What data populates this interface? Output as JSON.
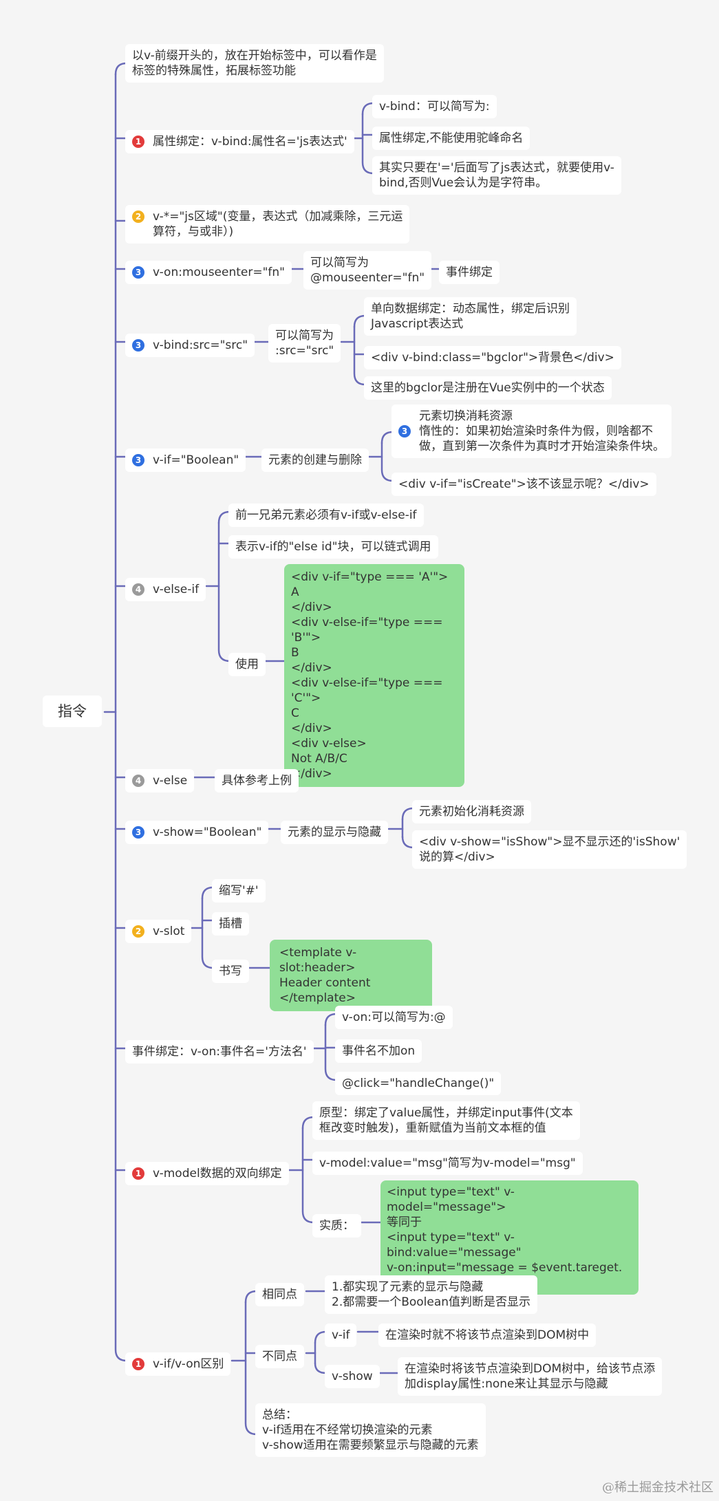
{
  "root": "指令",
  "nodes": {
    "intro": "以v-前缀开头的，放在开始标签中，可以看作是\n标签的特殊属性，拓展标签功能",
    "vbind": {
      "label": "属性绑定：v-bind:属性名='js表达式'",
      "children": [
        "v-bind：可以简写为:",
        "属性绑定,不能使用驼峰命名",
        "其实只要在'='后面写了js表达式，就要使用v-\nbind,否则Vue会认为是字符串。"
      ]
    },
    "vstar": "v-*=\"js区域\"(变量，表达式（加减乘除，三元运\n算符，与或非）)",
    "von": {
      "label": "v-on:mouseenter=\"fn\"",
      "short": "可以简写为\n@mouseenter=\"fn\"",
      "desc": "事件绑定"
    },
    "vbindsrc": {
      "label": "v-bind:src=\"src\"",
      "short": "可以简写为\n:src=\"src\"",
      "children": [
        "单向数据绑定：动态属性，绑定后识别\nJavascript表达式",
        "<div v-bind:class=\"bgclor\">背景色</div>",
        "这里的bgclor是注册在Vue实例中的一个状态"
      ]
    },
    "vif": {
      "label": "v-if=\"Boolean\"",
      "desc": "元素的创建与删除",
      "children": [
        "元素切换消耗资源\n惰性的：如果初始渲染时条件为假，则啥都不\n做，直到第一次条件为真时才开始渲染条件块。",
        "<div v-if=\"isCreate\">该不该显示呢？</div>"
      ]
    },
    "velseif": {
      "label": "v-else-if",
      "children": [
        "前一兄弟元素必须有v-if或v-else-if",
        "表示v-if的\"else id\"块，可以链式调用",
        "使用"
      ],
      "code": "<div v-if=\"type === 'A'\">\n  A\n</div>\n<div v-else-if=\"type === 'B'\">\n  B\n</div>\n<div v-else-if=\"type === 'C'\">\n  C\n</div>\n<div v-else>\n  Not A/B/C\n</div>"
    },
    "velse": {
      "label": "v-else",
      "desc": "具体参考上例"
    },
    "vshow": {
      "label": "v-show=\"Boolean\"",
      "desc": "元素的显示与隐藏",
      "children": [
        "元素初始化消耗资源",
        "<div v-show=\"isShow\">显不显示还的'isShow'\n说的算</div>"
      ]
    },
    "vslot": {
      "label": "v-slot",
      "children": [
        "缩写'#'",
        "插槽",
        "书写"
      ],
      "code": "<template v-slot:header>\n  Header content\n</template>"
    },
    "event": {
      "label": "事件绑定：v-on:事件名='方法名'",
      "children": [
        "v-on:可以简写为:@",
        "事件名不加on",
        "@click=\"handleChange()\""
      ]
    },
    "vmodel": {
      "label": "v-model数据的双向绑定",
      "children": [
        "原型：绑定了value属性，并绑定input事件(文本\n框改变时触发)，重新赋值为当前文本框的值",
        "v-model:value=\"msg\"简写为v-model=\"msg\"",
        "实质："
      ],
      "code": "<input type=\"text\" v-model=\"message\">\n等同于\n<input type=\"text\" v-bind:value=\"message\"\nv-on:input=\"message = $event.tareget.\nvalue\">"
    },
    "vifvon": {
      "label": "v-if/v-on区别",
      "same": "相同点",
      "same_text": "1.都实现了元素的显示与隐藏\n2.都需要一个Boolean值判断是否显示",
      "diff": "不同点",
      "vif": "v-if",
      "vif_text": "在渲染时就不将该节点渲染到DOM树中",
      "vshow": "v-show",
      "vshow_text": "在渲染时将该节点渲染到DOM树中，给该节点添\n加display属性:none来让其显示与隐藏",
      "summary": "总结：\nv-if适用在不经常切换渲染的元素\nv-show适用在需要频繁显示与隐藏的元素"
    }
  },
  "badges": {
    "vbind": "1",
    "vstar": "2",
    "von": "3",
    "vbindsrc": "3",
    "vif": "3",
    "vif_child": "3",
    "velseif": "4",
    "velse": "4",
    "vshow": "3",
    "vslot": "2",
    "vmodel": "1",
    "vifvon": "1"
  },
  "colors": {
    "line": "#6a6bb8",
    "red": "#e23b3b",
    "yellow": "#f2b01e",
    "blue": "#2f6fe0",
    "gray": "#9a9a9a",
    "green": "#90de96"
  },
  "watermark": "@稀土掘金技术社区"
}
